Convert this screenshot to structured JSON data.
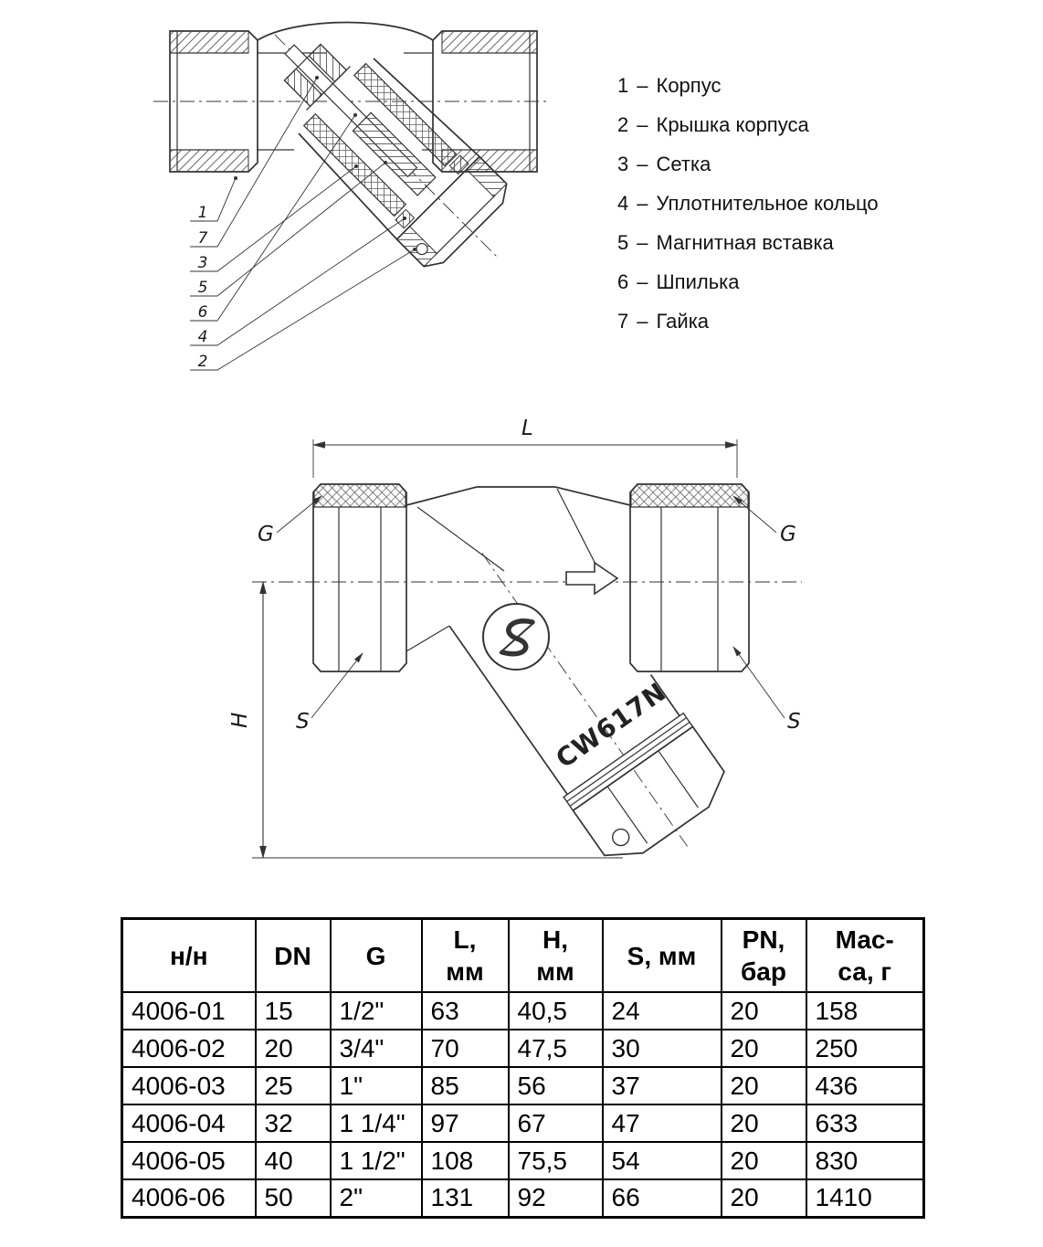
{
  "legend": {
    "separator": "–",
    "items": [
      {
        "num": "1",
        "label": "Корпус"
      },
      {
        "num": "2",
        "label": "Крышка корпуса"
      },
      {
        "num": "3",
        "label": "Сетка"
      },
      {
        "num": "4",
        "label": "Уплотнительное кольцо"
      },
      {
        "num": "5",
        "label": "Магнитная вставка"
      },
      {
        "num": "6",
        "label": "Шпилька"
      },
      {
        "num": "7",
        "label": "Гайка"
      }
    ]
  },
  "section_drawing": {
    "callouts": [
      "1",
      "7",
      "3",
      "5",
      "6",
      "4",
      "2"
    ]
  },
  "dimension_drawing": {
    "labels": {
      "length": "L",
      "height": "H",
      "thread": "G",
      "wrench": "S"
    },
    "body_marking": "CW617N"
  },
  "table": {
    "headers": [
      {
        "line1": "н/н",
        "line2": ""
      },
      {
        "line1": "DN",
        "line2": ""
      },
      {
        "line1": "G",
        "line2": ""
      },
      {
        "line1": "L,",
        "line2": "мм"
      },
      {
        "line1": "H,",
        "line2": "мм"
      },
      {
        "line1": "S, мм",
        "line2": ""
      },
      {
        "line1": "PN,",
        "line2": "бар"
      },
      {
        "line1": "Мас-",
        "line2": "са, г"
      }
    ],
    "rows": [
      [
        "4006-01",
        "15",
        "1/2\"",
        "63",
        "40,5",
        "24",
        "20",
        "158"
      ],
      [
        "4006-02",
        "20",
        "3/4\"",
        "70",
        "47,5",
        "30",
        "20",
        "250"
      ],
      [
        "4006-03",
        "25",
        "1\"",
        "85",
        "56",
        "37",
        "20",
        "436"
      ],
      [
        "4006-04",
        "32",
        "1 1/4\"",
        "97",
        "67",
        "47",
        "20",
        "633"
      ],
      [
        "4006-05",
        "40",
        "1 1/2\"",
        "108",
        "75,5",
        "54",
        "20",
        "830"
      ],
      [
        "4006-06",
        "50",
        "2\"",
        "131",
        "92",
        "66",
        "20",
        "1410"
      ]
    ]
  }
}
